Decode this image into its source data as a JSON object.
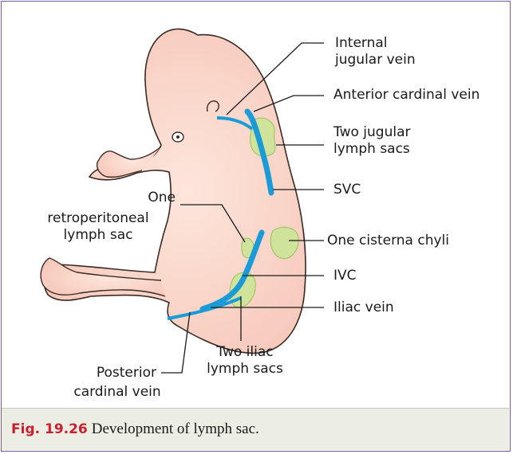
{
  "labels": {
    "internal_jugular_line1": "Internal",
    "internal_jugular_line2": "jugular vein",
    "anterior_cardinal": "Anterior cardinal vein",
    "jugular_sacs_line1": "Two jugular",
    "jugular_sacs_line2": "lymph sacs",
    "svc": "SVC",
    "retroperitoneal_line1": "One",
    "retroperitoneal_line2": "retroperitoneal",
    "retroperitoneal_line3": "lymph sac",
    "cisterna_chyli": "One cisterna chyli",
    "ivc": "IVC",
    "iliac_vein": "Iliac vein",
    "posterior_cardinal_line1": "Posterior",
    "posterior_cardinal_line2": "cardinal vein",
    "iliac_sacs_line1": "Two iliac",
    "iliac_sacs_line2": "lymph sacs"
  },
  "caption": {
    "number": "Fig. 19.26",
    "text": "Development of lymph sac."
  },
  "colors": {
    "embryo_fill": "#fbd9cf",
    "embryo_outline": "#3a2a26",
    "vein_blue": "#1a9bd7",
    "lymph_sac_green": "#cfe49a",
    "frame_border": "#7b5a9b",
    "caption_bg": "#ecede3",
    "fig_number": "#c8202e"
  }
}
